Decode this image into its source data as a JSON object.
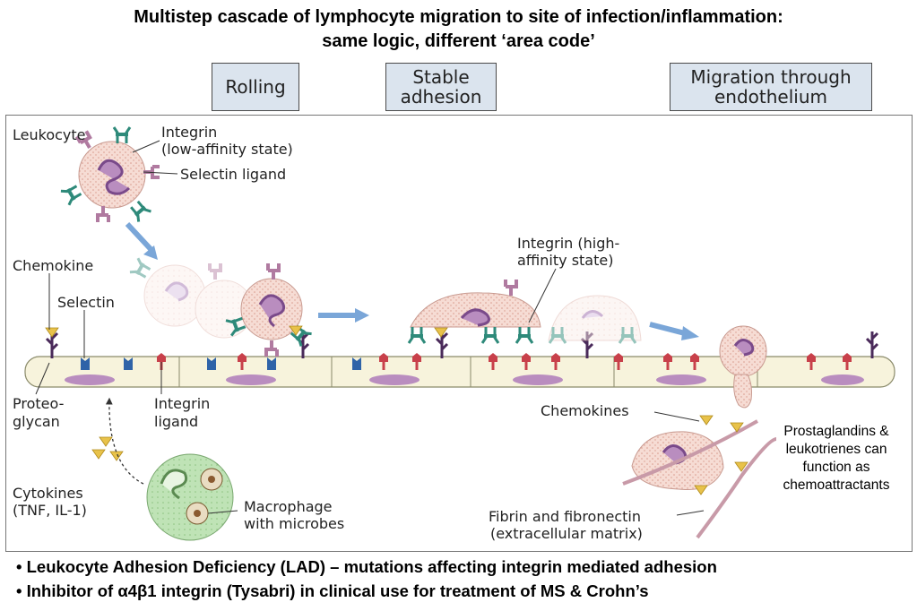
{
  "title": {
    "line1": "Multistep cascade of lymphocyte migration to site of infection/inflammation:",
    "line2": "same logic, different ‘area code’"
  },
  "stages": {
    "rolling": "Rolling",
    "stable_1": "Stable",
    "stable_2": "adhesion",
    "migration_1": "Migration through",
    "migration_2": "endothelium"
  },
  "labels": {
    "leukocyte": "Leukocyte",
    "integrin_low_1": "Integrin",
    "integrin_low_2": "(low-affinity state)",
    "selectin_ligand": "Selectin ligand",
    "chemokine": "Chemokine",
    "selectin": "Selectin",
    "proteoglycan_1": "Proteo-",
    "proteoglycan_2": "glycan",
    "integrin_ligand_1": "Integrin",
    "integrin_ligand_2": "ligand",
    "integrin_high_1": "Integrin (high-",
    "integrin_high_2": "affinity state)",
    "chemokines": "Chemokines",
    "cytokines_1": "Cytokines",
    "cytokines_2": "(TNF, IL-1)",
    "macrophage_1": "Macrophage",
    "macrophage_2": "with microbes",
    "fibrin_1": "Fibrin and fibronectin",
    "fibrin_2": "(extracellular matrix)"
  },
  "note": {
    "line1": "Prostaglandins &",
    "line2": "leukotrienes can",
    "line3": "function as",
    "line4": "chemoattractants"
  },
  "bullets": {
    "b1": "• Leukocyte Adhesion Deficiency (LAD) – mutations affecting integrin mediated adhesion",
    "b2": "• Inhibitor of α4β1 integrin (Tysabri) in clinical use for treatment of MS & Crohn’s"
  },
  "colors": {
    "stage_box": "#dbe4ee",
    "cell_fill": "#f6dcd4",
    "nucleus": "#b98dbf",
    "endothelium": "#f7f3dc",
    "integrin": "#2e8a7a",
    "selectin_ligand": "#b07aa0",
    "selectin": "#2f63a8",
    "integrin_ligand": "#c8404a",
    "chemokine": "#e8c24a",
    "proteoglycan": "#4a2a5a",
    "arrow": "#7aa6d8",
    "macrophage": "#b8e0b0"
  }
}
